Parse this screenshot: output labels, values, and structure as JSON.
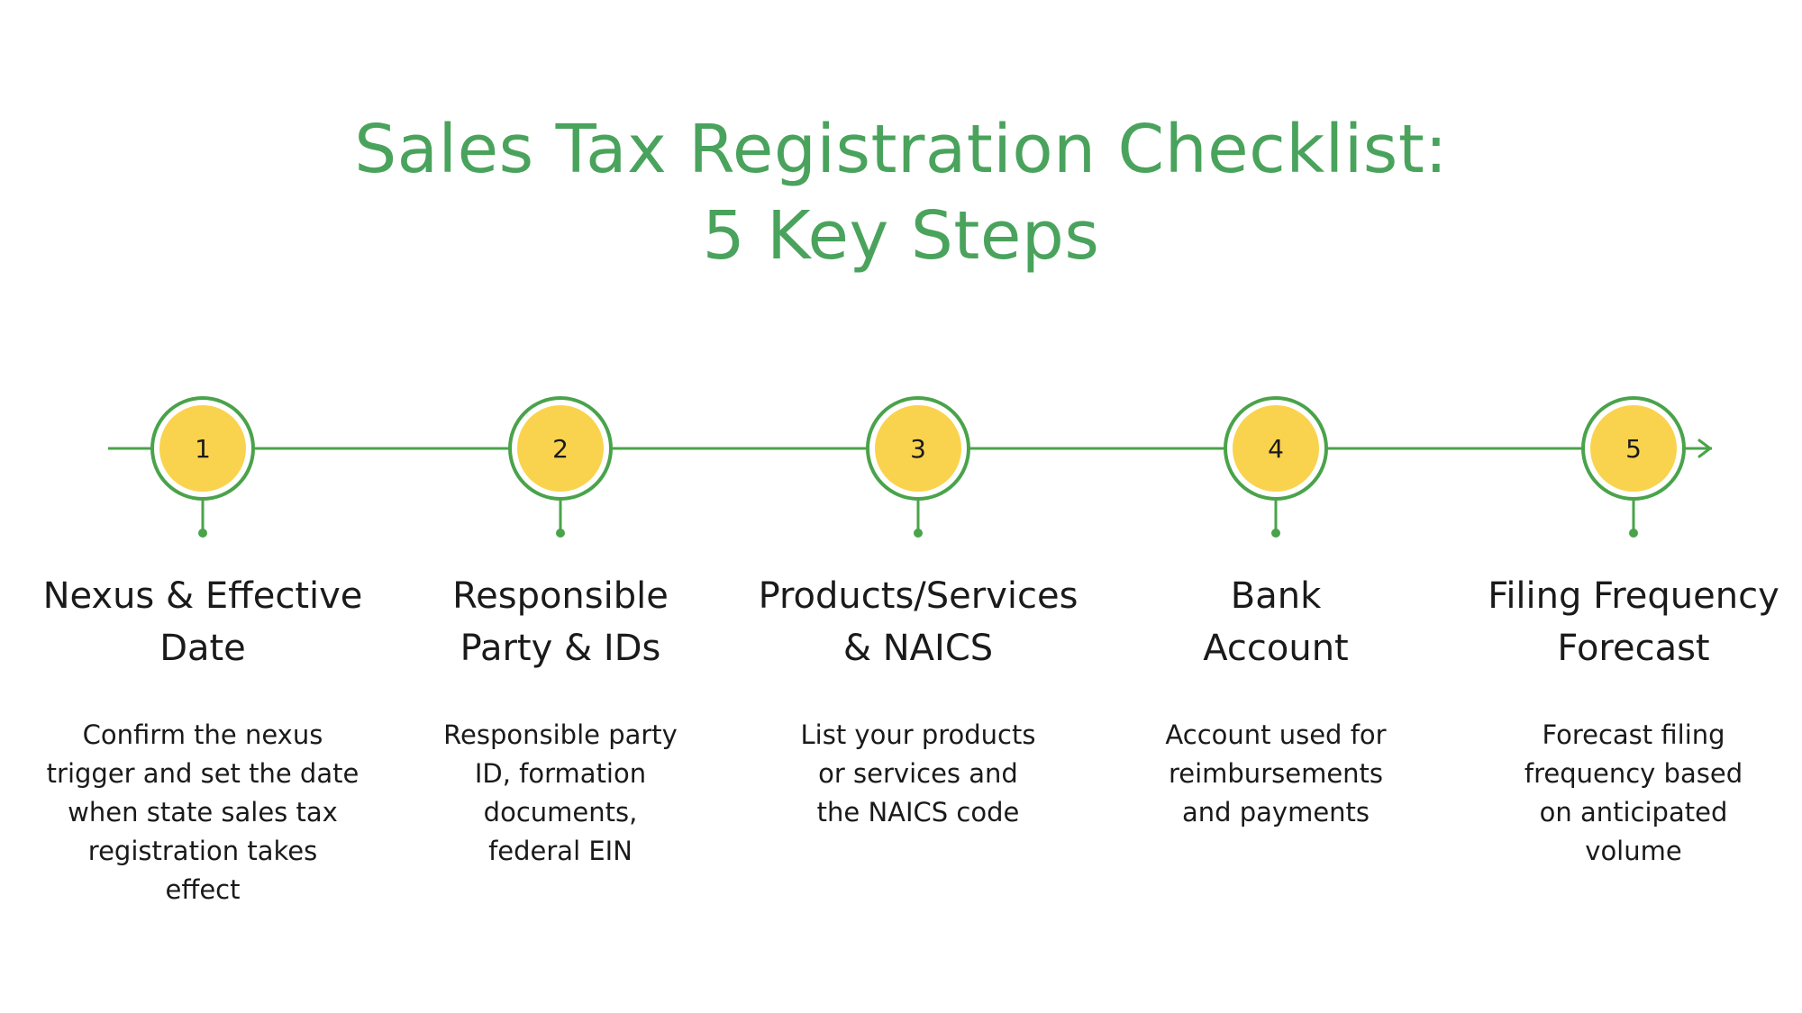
{
  "title": {
    "line1": "Sales Tax Registration Checklist:",
    "line2": "5 Key Steps"
  },
  "colors": {
    "title": "#4aa35c",
    "line": "#4aa34a",
    "circle_fill": "#fad34e",
    "text": "#1a1a1a"
  },
  "steps": [
    {
      "number": "1",
      "heading": [
        "Nexus & Effective",
        "Date"
      ],
      "description": [
        "Confirm the nexus",
        "trigger and set the date",
        "when state sales tax",
        "registration takes",
        "effect"
      ]
    },
    {
      "number": "2",
      "heading": [
        "Responsible",
        "Party & IDs"
      ],
      "description": [
        "Responsible party",
        "ID, formation",
        "documents,",
        "federal EIN"
      ]
    },
    {
      "number": "3",
      "heading": [
        "Products/Services",
        "& NAICS"
      ],
      "description": [
        "List your products",
        "or services and",
        "the NAICS code"
      ]
    },
    {
      "number": "4",
      "heading": [
        "Bank",
        "Account"
      ],
      "description": [
        "Account used for",
        "reimbursements",
        "and payments"
      ]
    },
    {
      "number": "5",
      "heading": [
        "Filing Frequency",
        "Forecast"
      ],
      "description": [
        "Forecast filing",
        "frequency based",
        "on anticipated",
        "volume"
      ]
    }
  ]
}
